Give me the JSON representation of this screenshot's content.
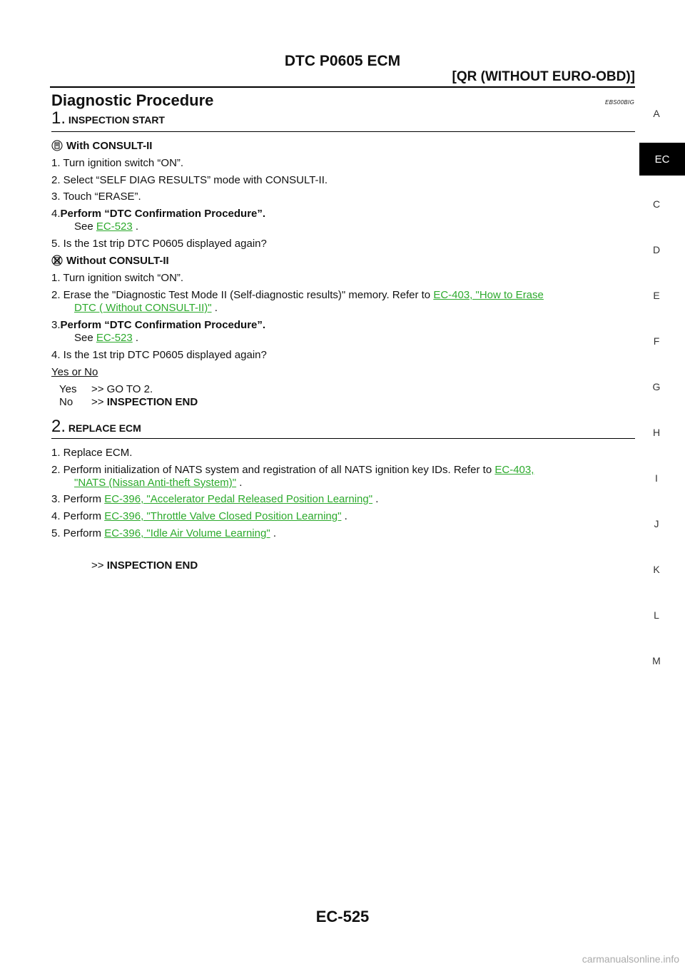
{
  "header": {
    "title": "DTC P0605 ECM",
    "subtitle": "[QR (WITHOUT EURO-OBD)]"
  },
  "section": {
    "title": "Diagnostic Procedure",
    "code": "EBS00BIG"
  },
  "step1": {
    "num": "1.",
    "title": "INSPECTION START",
    "with_label": "With CONSULT-II",
    "with_icon": "consult-icon",
    "with_items": [
      "1. Turn ignition switch “ON”.",
      "2. Select “SELF DIAG RESULTS” mode with CONSULT-II.",
      "3. Touch “ERASE”.",
      "4.",
      "Perform “DTC Confirmation Procedure”.",
      "See",
      "EC-523",
      ".",
      "5. Is the 1st trip DTC P0605 displayed again?"
    ],
    "without_label": "Without CONSULT-II",
    "without_icon": "no-consult-icon",
    "without_items": {
      "i1": "1. Turn ignition switch “ON”.",
      "i2_text": "2. Erase the \"Diagnostic Test Mode II (Self-diagnostic results)\" memory. Refer to",
      "i2_link_a": "EC-403, \"How to Erase",
      "i2_link_b": "DTC ( Without CONSULT-II)\"",
      "i2_end": ".",
      "i3_num": "3.",
      "i3_bold": "Perform “DTC Confirmation Procedure”.",
      "i3_see": "See",
      "i3_link": "EC-523",
      "i3_end": ".",
      "i4": "4. Is the 1st trip DTC P0605 displayed again?"
    },
    "question": "Yes or No",
    "yes_label": "Yes",
    "yes_action": ">> GO TO 2.",
    "no_label": "No",
    "no_prefix": ">>",
    "no_action": "INSPECTION END"
  },
  "step2": {
    "num": "2.",
    "title": "REPLACE ECM",
    "i1": "1. Replace ECM.",
    "i2_text": "2. Perform initialization of NATS system and registration of all NATS ignition key IDs. Refer to",
    "i2_link_a": "EC-403,",
    "i2_link_b": "\"NATS (Nissan Anti-theft System)\"",
    "i2_end": ".",
    "i3_text": "3. Perform",
    "i3_link": "EC-396, \"Accelerator Pedal Released Position Learning\"",
    "i3_end": ".",
    "i4_text": "4. Perform",
    "i4_link": "EC-396, \"Throttle Valve Closed Position Learning\"",
    "i4_end": ".",
    "i5_text": "5. Perform",
    "i5_link": "EC-396, \"Idle Air Volume Learning\"",
    "i5_end": ".",
    "end_prefix": ">>",
    "end_text": "INSPECTION END"
  },
  "sidebar": [
    "A",
    "EC",
    "C",
    "D",
    "E",
    "F",
    "G",
    "H",
    "I",
    "J",
    "K",
    "L",
    "M"
  ],
  "colors": {
    "link": "#2daa2d",
    "tab_bg": "#000000"
  },
  "footer": {
    "page": "EC-525",
    "watermark": "carmanualsonline.info"
  }
}
